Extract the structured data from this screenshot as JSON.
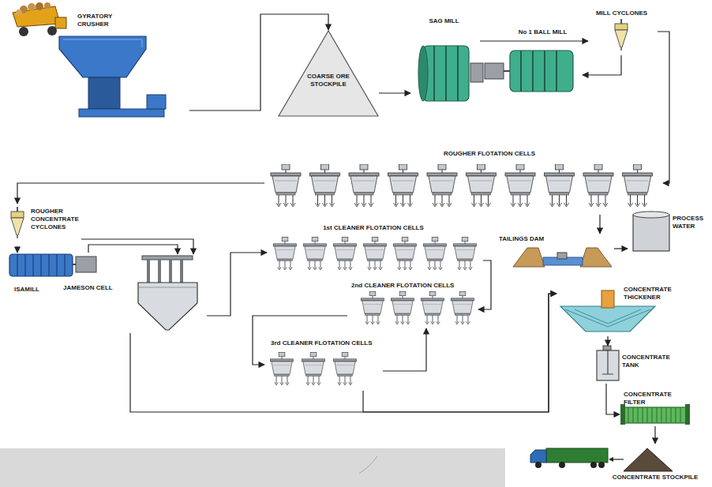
{
  "diagram": {
    "nodes": [
      {
        "text": [
          "GYRATORY CRUSHER"
        ]
      },
      {
        "text": [
          "COARSE ORE STOCKPILE"
        ]
      },
      {
        "text": [
          "SAG MILL"
        ]
      },
      {
        "text": [
          "No 1 BALL MILL"
        ]
      },
      {
        "text": [
          "MILL CYCLONES"
        ]
      },
      {
        "text": [
          "ROUGHER FLOTATION CELLS"
        ]
      },
      {
        "text": [
          "ROUGHER CONCENTRATE CYCLONES"
        ]
      },
      {
        "text": [
          "1st CLEANER FLOTATION CELLS"
        ]
      },
      {
        "text": [
          "TAILINGS DAM"
        ]
      },
      {
        "text": [
          "PROCESS WATER"
        ]
      },
      {
        "text": [
          "ISAMILL"
        ]
      },
      {
        "text": [
          "JAMESON CELL"
        ]
      },
      {
        "text": [
          "2nd CLEANER FLOTATION CELLS"
        ]
      },
      {
        "text": [
          "CONCENTRATE THICKENER"
        ]
      },
      {
        "text": [
          "3rd CLEANER FLOTATION CELLS"
        ]
      },
      {
        "text": [
          "CONCENTRATE TANK"
        ]
      },
      {
        "text": [
          "CONCENTRATE FILTER"
        ]
      },
      {
        "text": [
          "CONCENTRATE STOCKPILE"
        ]
      }
    ],
    "edges": [
      {
        "from": 0,
        "to": 1,
        "arrow": "to"
      },
      {
        "from": 1,
        "to": 2,
        "arrow": "to"
      },
      {
        "from": 2,
        "to": 4,
        "arrow": "to"
      },
      {
        "from": 4,
        "to": 3,
        "arrow": "to"
      },
      {
        "from": 4,
        "to": 5,
        "arrow": "to"
      },
      {
        "from": 5,
        "to": 6,
        "arrow": "to"
      },
      {
        "from": 5,
        "to": 8,
        "arrow": "to"
      },
      {
        "from": 8,
        "to": 9,
        "arrow": "to"
      },
      {
        "from": 6,
        "to": 10,
        "arrow": "to"
      },
      {
        "from": 6,
        "to": 11,
        "arrow": "to"
      },
      {
        "from": 10,
        "to": 11,
        "arrow": "to"
      },
      {
        "from": 11,
        "to": 7,
        "arrow": "to"
      },
      {
        "from": 7,
        "to": 12,
        "arrow": "to"
      },
      {
        "from": 12,
        "to": 14,
        "arrow": "to"
      },
      {
        "from": 14,
        "to": 12,
        "arrow": "to"
      },
      {
        "from": 14,
        "to": 13,
        "arrow": "to"
      },
      {
        "from": 11,
        "to": 13,
        "arrow": "to"
      },
      {
        "from": 13,
        "to": 15,
        "arrow": "to"
      },
      {
        "from": 15,
        "to": 16,
        "arrow": "to"
      },
      {
        "from": 16,
        "to": 17,
        "arrow": "to"
      }
    ]
  }
}
